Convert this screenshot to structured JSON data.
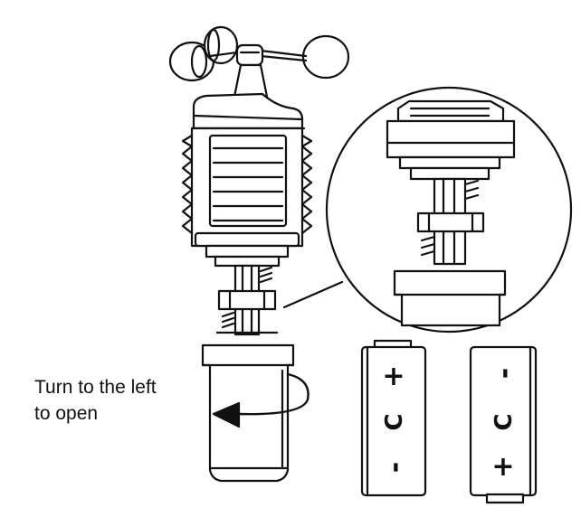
{
  "caption": {
    "line1": "Turn to the left",
    "line2": "to open"
  },
  "battery_left": {
    "top": "+",
    "middle": "C",
    "bottom": "-"
  },
  "battery_right": {
    "top": "-",
    "middle": "C",
    "bottom": "+"
  },
  "colors": {
    "stroke": "#111111",
    "background": "#ffffff"
  }
}
